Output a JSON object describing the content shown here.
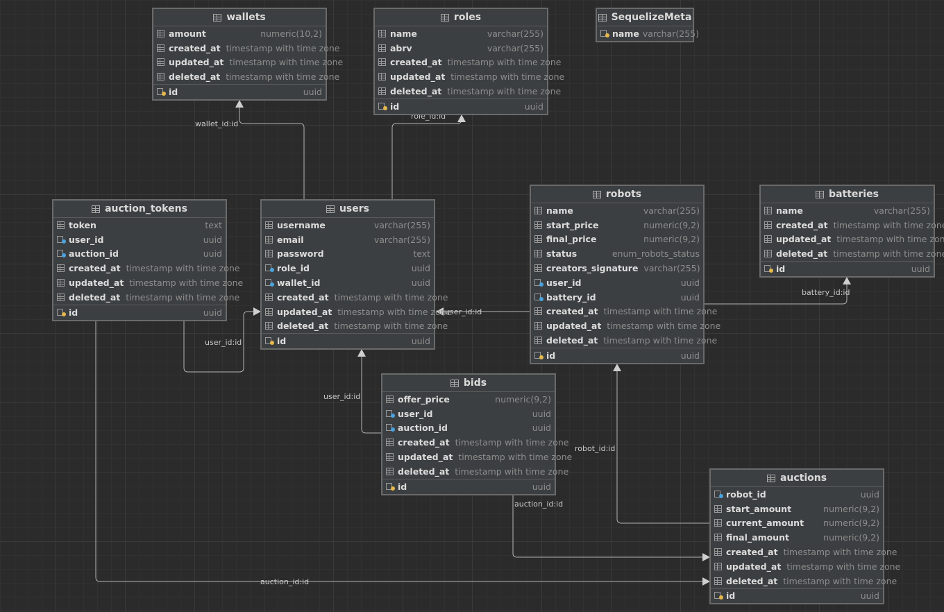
{
  "tables": {
    "wallets": {
      "title": "wallets",
      "columns": [
        {
          "name": "amount",
          "type": "numeric(10,2)"
        },
        {
          "name": "created_at",
          "type": "timestamp with time zone"
        },
        {
          "name": "updated_at",
          "type": "timestamp with time zone"
        },
        {
          "name": "deleted_at",
          "type": "timestamp with time zone"
        }
      ],
      "pk": {
        "name": "id",
        "type": "uuid"
      }
    },
    "roles": {
      "title": "roles",
      "columns": [
        {
          "name": "name",
          "type": "varchar(255)"
        },
        {
          "name": "abrv",
          "type": "varchar(255)"
        },
        {
          "name": "created_at",
          "type": "timestamp with time zone"
        },
        {
          "name": "updated_at",
          "type": "timestamp with time zone"
        },
        {
          "name": "deleted_at",
          "type": "timestamp with time zone"
        }
      ],
      "pk": {
        "name": "id",
        "type": "uuid"
      }
    },
    "sequelizemeta": {
      "title": "SequelizeMeta",
      "pk": {
        "name": "name",
        "type": "varchar(255)"
      }
    },
    "auction_tokens": {
      "title": "auction_tokens",
      "columns": [
        {
          "name": "token",
          "type": "text"
        },
        {
          "name": "user_id",
          "type": "uuid"
        },
        {
          "name": "auction_id",
          "type": "uuid"
        },
        {
          "name": "created_at",
          "type": "timestamp with time zone"
        },
        {
          "name": "updated_at",
          "type": "timestamp with time zone"
        },
        {
          "name": "deleted_at",
          "type": "timestamp with time zone"
        }
      ],
      "pk": {
        "name": "id",
        "type": "uuid"
      }
    },
    "users": {
      "title": "users",
      "columns": [
        {
          "name": "username",
          "type": "varchar(255)"
        },
        {
          "name": "email",
          "type": "varchar(255)"
        },
        {
          "name": "password",
          "type": "text"
        },
        {
          "name": "role_id",
          "type": "uuid"
        },
        {
          "name": "wallet_id",
          "type": "uuid"
        },
        {
          "name": "created_at",
          "type": "timestamp with time zone"
        },
        {
          "name": "updated_at",
          "type": "timestamp with time zone"
        },
        {
          "name": "deleted_at",
          "type": "timestamp with time zone"
        }
      ],
      "pk": {
        "name": "id",
        "type": "uuid"
      }
    },
    "robots": {
      "title": "robots",
      "columns": [
        {
          "name": "name",
          "type": "varchar(255)"
        },
        {
          "name": "start_price",
          "type": "numeric(9,2)"
        },
        {
          "name": "final_price",
          "type": "numeric(9,2)"
        },
        {
          "name": "status",
          "type": "enum_robots_status"
        },
        {
          "name": "creators_signature",
          "type": "varchar(255)"
        },
        {
          "name": "user_id",
          "type": "uuid"
        },
        {
          "name": "battery_id",
          "type": "uuid"
        },
        {
          "name": "created_at",
          "type": "timestamp with time zone"
        },
        {
          "name": "updated_at",
          "type": "timestamp with time zone"
        },
        {
          "name": "deleted_at",
          "type": "timestamp with time zone"
        }
      ],
      "pk": {
        "name": "id",
        "type": "uuid"
      }
    },
    "batteries": {
      "title": "batteries",
      "columns": [
        {
          "name": "name",
          "type": "varchar(255)"
        },
        {
          "name": "created_at",
          "type": "timestamp with time zone"
        },
        {
          "name": "updated_at",
          "type": "timestamp with time zone"
        },
        {
          "name": "deleted_at",
          "type": "timestamp with time zone"
        }
      ],
      "pk": {
        "name": "id",
        "type": "uuid"
      }
    },
    "bids": {
      "title": "bids",
      "columns": [
        {
          "name": "offer_price",
          "type": "numeric(9,2)"
        },
        {
          "name": "user_id",
          "type": "uuid"
        },
        {
          "name": "auction_id",
          "type": "uuid"
        },
        {
          "name": "created_at",
          "type": "timestamp with time zone"
        },
        {
          "name": "updated_at",
          "type": "timestamp with time zone"
        },
        {
          "name": "deleted_at",
          "type": "timestamp with time zone"
        }
      ],
      "pk": {
        "name": "id",
        "type": "uuid"
      }
    },
    "auctions": {
      "title": "auctions",
      "columns": [
        {
          "name": "robot_id",
          "type": "uuid"
        },
        {
          "name": "start_amount",
          "type": "numeric(9,2)"
        },
        {
          "name": "current_amount",
          "type": "numeric(9,2)"
        },
        {
          "name": "final_amount",
          "type": "numeric(9,2)"
        },
        {
          "name": "created_at",
          "type": "timestamp with time zone"
        },
        {
          "name": "updated_at",
          "type": "timestamp with time zone"
        },
        {
          "name": "deleted_at",
          "type": "timestamp with time zone"
        }
      ],
      "pk": {
        "name": "id",
        "type": "uuid"
      }
    }
  },
  "relations": {
    "users_wallet": "wallet_id:id",
    "users_role": "role_id:id",
    "auction_tokens_user": "user_id:id",
    "robots_user": "user_id:id",
    "robots_battery": "battery_id:id",
    "bids_user": "user_id:id",
    "auctions_robot": "robot_id:id",
    "bids_auction": "auction_id:id",
    "auction_tokens_auction": "auction_id:id"
  },
  "colors": {
    "background": "#2b2b2b",
    "table": "#3c3f41",
    "border": "#6a6a6a",
    "edge": "#b4b4b4",
    "fk_marker": "#4aa3df",
    "pk_marker": "#e5b84b"
  }
}
